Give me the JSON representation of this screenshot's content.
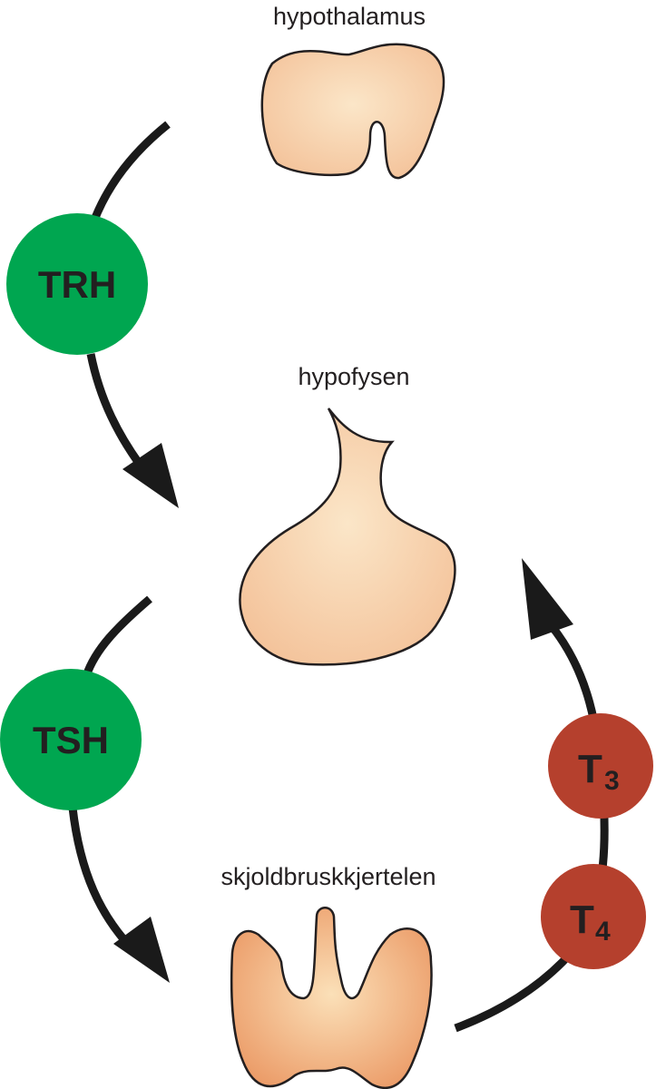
{
  "organs": {
    "hypothalamus": "hypothalamus",
    "pituitary": "hypofysen",
    "thyroid": "skjoldbruskkjertelen"
  },
  "hormones": {
    "trh": {
      "label": "TRH",
      "color": "#00a650"
    },
    "tsh": {
      "label": "TSH",
      "color": "#00a650"
    },
    "t3": {
      "base": "T",
      "sub": "3",
      "color": "#b5402d"
    },
    "t4": {
      "base": "T",
      "sub": "4",
      "color": "#b5402d"
    }
  },
  "colors": {
    "organ_light": "#fbe3c2",
    "organ_pale_edge": "#f4c8a0",
    "thyroid_edge": "#eb9b68",
    "arrow": "#1a1a1a"
  }
}
